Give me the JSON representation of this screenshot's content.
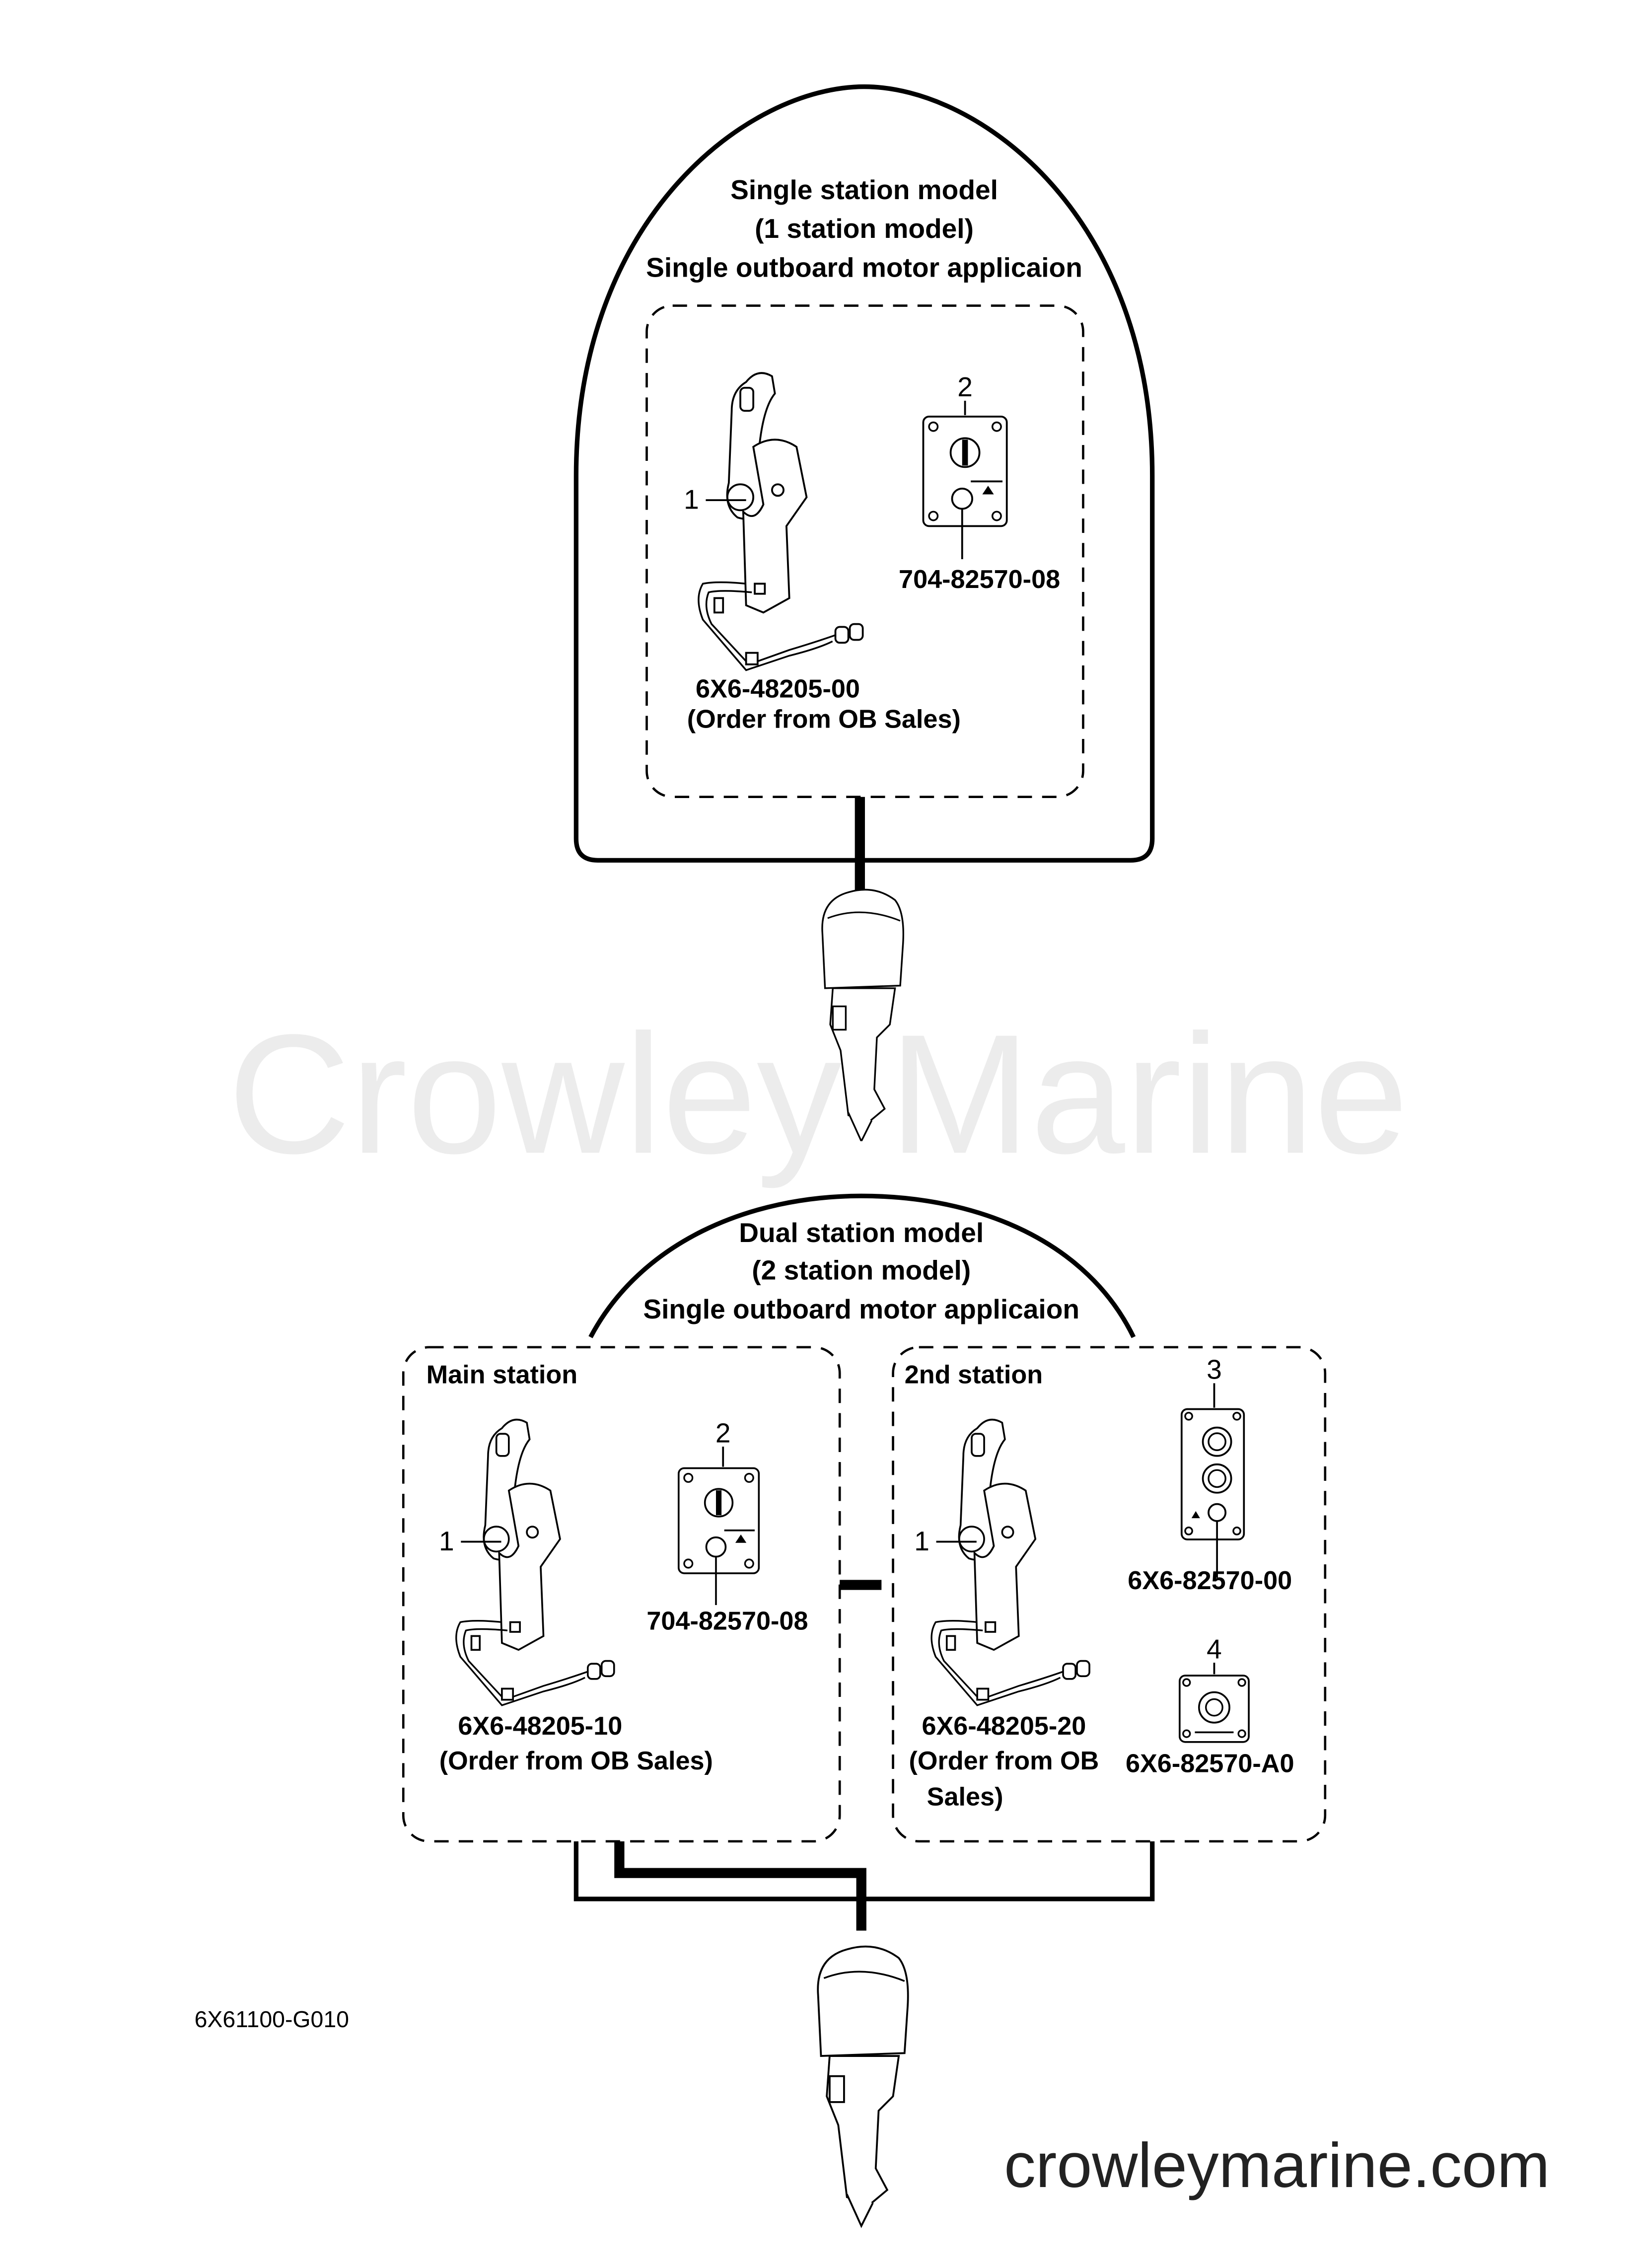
{
  "watermark": "Crowley Marine",
  "site_url": "crowleymarine.com",
  "drawing_code": "6X61100-G010",
  "single_station": {
    "title_lines": [
      "Single station model",
      "(1 station model)",
      "Single outboard motor applicaion"
    ],
    "parts": {
      "remote_control": {
        "ref": "1",
        "part_no": "6X6-48205-00",
        "note": "(Order from OB Sales)"
      },
      "switch_panel": {
        "ref": "2",
        "part_no": "704-82570-08"
      }
    }
  },
  "dual_station": {
    "title_lines": [
      "Dual station model",
      "(2 station model)",
      "Single outboard motor applicaion"
    ],
    "main_station": {
      "label": "Main station",
      "remote_control": {
        "ref": "1",
        "part_no": "6X6-48205-10",
        "note": "(Order from OB Sales)"
      },
      "switch_panel": {
        "ref": "2",
        "part_no": "704-82570-08"
      }
    },
    "second_station": {
      "label": "2nd station",
      "remote_control": {
        "ref": "1",
        "part_no": "6X6-48205-20",
        "note_lines": [
          "(Order from OB",
          "Sales)"
        ]
      },
      "switch_panel_dual": {
        "ref": "3",
        "part_no": "6X6-82570-00"
      },
      "switch_panel_single": {
        "ref": "4",
        "part_no": "6X6-82570-A0"
      }
    }
  }
}
